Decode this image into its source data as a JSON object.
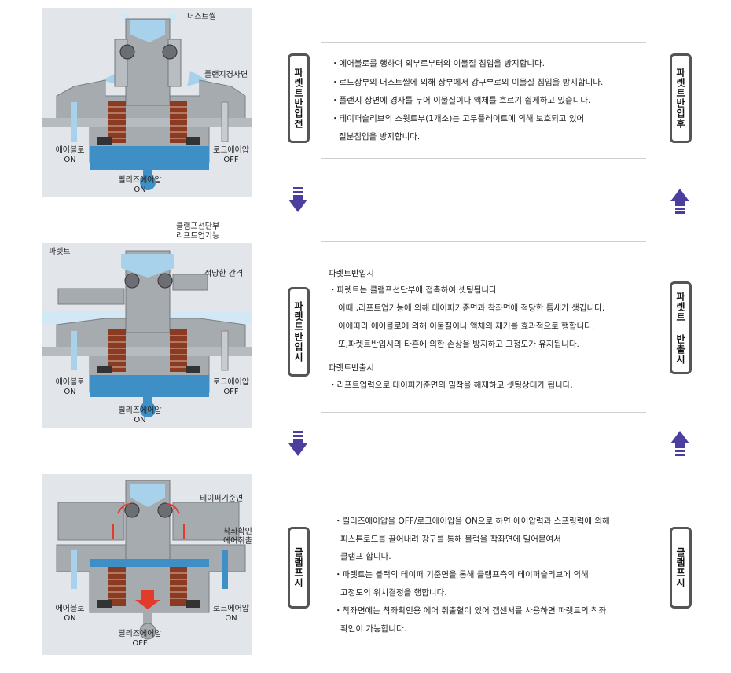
{
  "panels": [
    {
      "labels": {
        "dust_seal": "더스트씰",
        "flange_slope": "플랜지경사면",
        "air_blow": "에어블로",
        "air_blow_state": "ON",
        "lock_air": "로크에어압",
        "lock_air_state": "OFF",
        "release_air": "릴리즈에어압",
        "release_air_state": "ON"
      }
    },
    {
      "labels": {
        "clamp_tip_1": "클램프선단부",
        "clamp_tip_2": "리프트업기능",
        "pallet": "파렛트",
        "gap": "적당한 간격",
        "air_blow": "에어블로",
        "air_blow_state": "ON",
        "lock_air": "로크에어압",
        "lock_air_state": "OFF",
        "release_air": "릴리즈에어압",
        "release_air_state": "ON"
      }
    },
    {
      "labels": {
        "taper_ref": "테이퍼기준면",
        "seat_check_1": "착좌확인용",
        "seat_check_2": "에어취출혈",
        "air_blow": "에어블로",
        "air_blow_state": "ON",
        "lock_air": "로크에어압",
        "lock_air_state": "ON",
        "release_air": "릴리즈에어압",
        "release_air_state": "OFF"
      }
    }
  ],
  "left_tabs": [
    "파렛트반입전",
    "파렛트반입시",
    "클램프시"
  ],
  "right_tabs": [
    "파렛트반입후",
    "파렛트 반출시",
    "클램프시"
  ],
  "sections": [
    {
      "lines": [
        "・에어블로를 행하여 외부로부터의 이물질 침입을 방지합니다.",
        "・로드상부의 더스트씰에 의해 상부에서 강구부로의 이물질 침입을 방지합니다.",
        "・플랜지 상면에 경사를 두어 이물질이나 액체를 흐르기 쉽게하고 있습니다.",
        "・테이퍼슬리브의 스윗트부(1개소)는 고무플레이트에 의해 보호되고 있어",
        "질분침입을 방지합니다."
      ]
    },
    {
      "heading1": "파렛트반입시",
      "lines": [
        "・파렛트는 클램프선단부에 접촉하여 셋팅됩니다.",
        "이때 ,리프트업기능에 의해 테이퍼기준면과 착좌면에 적당한 틈새가 생깁니다.",
        "이에따라 에어블로에 의해 이물질이나 액체의 제거를 효과적으로 행합니다.",
        "또,파렛트반입시의 타흔에 의한 손상을 방지하고 고정도가 유지됩니다."
      ],
      "heading2": "파렛트반출시",
      "lines2": [
        "・리프트업력으로 테이퍼기준면의 밀착을 해제하고 셋팅상태가 됩니다."
      ]
    },
    {
      "lines": [
        "・릴리즈에어압을 OFF/로크에어압을 ON으로 하면 에어압력과 스프링력에 의해",
        "피스톤로드를 끌어내려 강구를 통해 블럭을 착좌면에 밀어붙여서",
        "클램프 합니다.",
        "・파렛트는 블럭의 테이퍼 기준면을 통해 클램프측의 테이퍼슬리브에 의해",
        "고정도의 위치결정을 행합니다.",
        "・착좌면에는 착좌확인용 에어 취출혈이 있어 갭센서를 사용하면 파렛트의 착좌",
        "확인이 가능합니다."
      ]
    }
  ],
  "colors": {
    "panel_bg": "#e2e6ea",
    "body_gray": "#a6abb0",
    "air_blue": "#a8d2ec",
    "deep_blue": "#3d8fc6",
    "spring": "#8a3b22",
    "arrow_purple": "#4b3e9e",
    "tab_border": "#555555",
    "red": "#e23b2a"
  },
  "icons": [
    "arrow-down-icon",
    "arrow-up-icon",
    "steel-ball-icon",
    "spring-icon"
  ]
}
